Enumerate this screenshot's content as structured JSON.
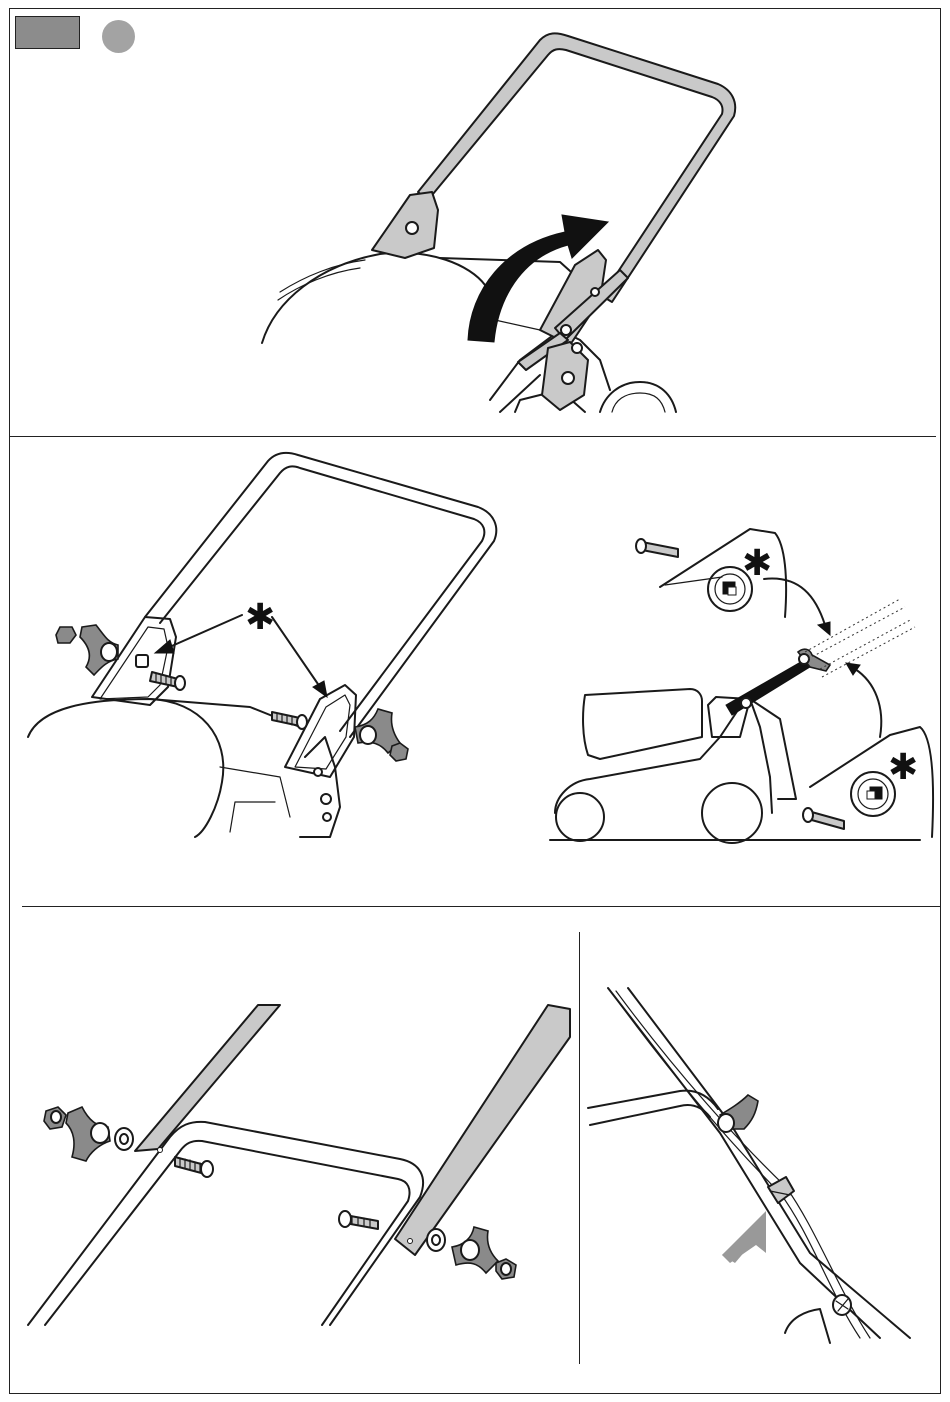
{
  "page": {
    "step_label": "",
    "symbols": {
      "asterisk": "✱"
    }
  },
  "colors": {
    "ink": "#1a1a1a",
    "label_box_fill": "#8c8c8c",
    "step_circle_fill": "#a3a3a3",
    "handle_fill": "#c9c9c9",
    "push_arrow_fill": "#999999"
  },
  "panels": [
    {
      "name": "unfold-handle",
      "icon": "curved-arrow-icon"
    },
    {
      "name": "insert-bolts",
      "icon": "asterisk-icon"
    },
    {
      "name": "height-positions",
      "icon": "asterisk-icon"
    },
    {
      "name": "fasten-knobs",
      "icon": "wing-knob-icon"
    },
    {
      "name": "cable-clip",
      "icon": "push-arrow-icon"
    }
  ]
}
